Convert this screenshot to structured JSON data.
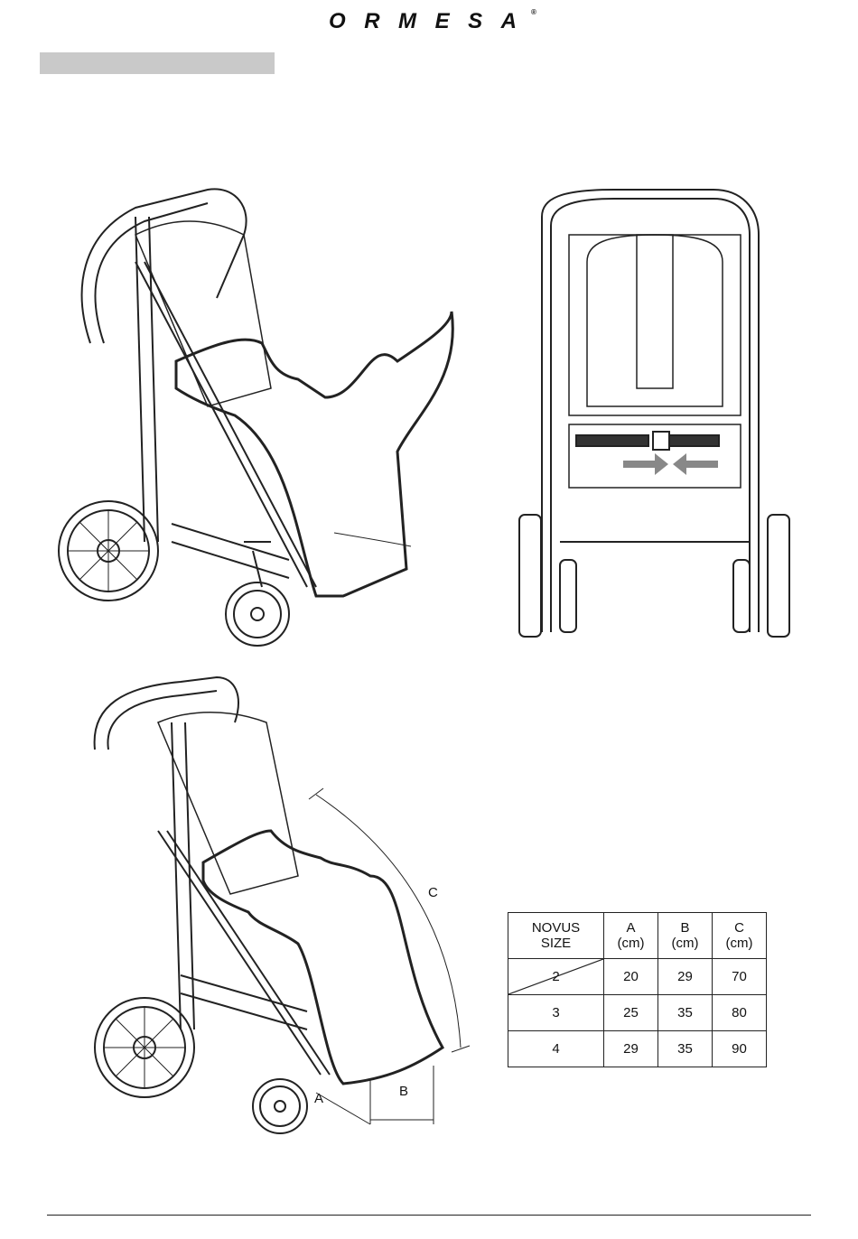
{
  "brand": {
    "logo_text": "ORMESA",
    "registered_mark": "®"
  },
  "dimensions": {
    "a": "A",
    "b": "B",
    "c": "C"
  },
  "table": {
    "headers": [
      {
        "line1": "NOVUS",
        "line2": "SIZE"
      },
      {
        "line1": "A",
        "line2": "(cm)"
      },
      {
        "line1": "B",
        "line2": "(cm)"
      },
      {
        "line1": "C",
        "line2": "(cm)"
      }
    ],
    "rows": [
      [
        "2",
        "20",
        "29",
        "70"
      ],
      [
        "3",
        "25",
        "35",
        "80"
      ],
      [
        "4",
        "29",
        "35",
        "90"
      ]
    ]
  },
  "colors": {
    "line": "#222222",
    "grey_bar": "#c9c9c9",
    "arrow": "#888888"
  }
}
